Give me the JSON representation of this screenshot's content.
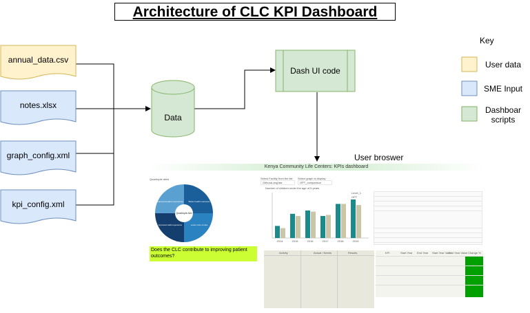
{
  "title": "Architecture of CLC KPI Dashboard",
  "inputs": [
    "annual_data.csv",
    "notes.xlsx",
    "graph_config.xml",
    "kpi_config.xml"
  ],
  "data_store": "Data",
  "ui_code": "Dash UI code",
  "browser_label": "User broswer",
  "key": {
    "title": "Key",
    "items": [
      {
        "label": "User data",
        "color": "#fff2cc",
        "border": "#d6b656"
      },
      {
        "label": "SME Input",
        "color": "#dae8fc",
        "border": "#6c8ebf"
      },
      {
        "label": "Dashboar\nscripts",
        "color": "#d5e8d4",
        "border": "#82b366"
      }
    ]
  },
  "colors": {
    "user_data": "#fff2cc",
    "sme_input": "#dae8fc",
    "scripts": "#d5e8d4"
  },
  "dashboard": {
    "header": "Kenya Community Life Centers: KPIs dashboard",
    "section_label": "Quadruple aims",
    "question": "Does the CLC contribute to improving patient outcomes?",
    "aims": [
      "Improved patient experience",
      "Better health outcomes",
      "Lower cost of care",
      "Improved staff experience"
    ],
    "center": "Quadruple Aim",
    "filter_labels": [
      "Select Facility from the list",
      "Select graph to display"
    ],
    "filter_values": [
      "Githurai-ang'ata",
      "OPT_comparison"
    ],
    "chart_title": "Number of children under the age of 5 years",
    "legend": [
      "Level_1",
      "OPT"
    ],
    "chart_data": {
      "type": "bar",
      "categories": [
        "2014",
        "2015",
        "2016",
        "2017",
        "2018",
        "2019"
      ],
      "series": [
        {
          "name": "Level_1",
          "color": "#1a8a8a",
          "values": [
            22,
            44,
            50,
            40,
            62,
            70
          ]
        },
        {
          "name": "OPT",
          "color": "#c8c8a8",
          "values": [
            18,
            40,
            48,
            42,
            62,
            60
          ]
        }
      ],
      "ylim": [
        0,
        80
      ]
    },
    "table_headers": [
      "Activity",
      "Actual / Needs",
      "Results"
    ],
    "kpi_headers": [
      "KPI",
      "Start Year",
      "End Year",
      "Start Year Value",
      "End Year Value",
      "Change %"
    ]
  }
}
